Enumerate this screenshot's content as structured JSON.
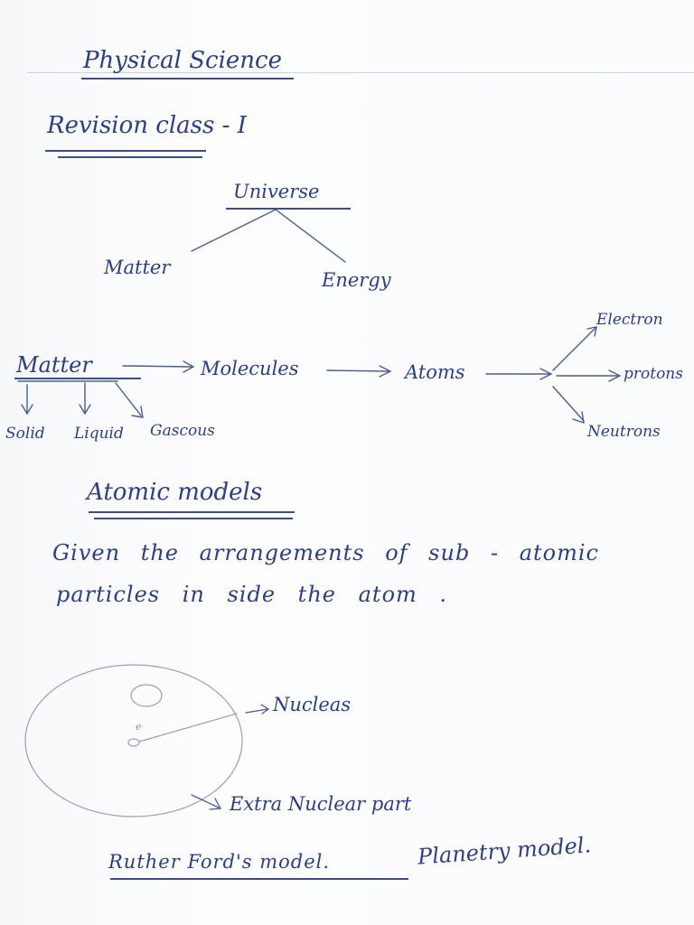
{
  "title": "Physical Science",
  "subtitle": "Revision class - I",
  "tree": {
    "root": "Universe",
    "left": "Matter",
    "right": "Energy"
  },
  "flow": {
    "start": "Matter",
    "step1": "Molecules",
    "step2": "Atoms",
    "branches": [
      "Electron",
      "protons",
      "Neutrons"
    ],
    "states": [
      "Solid",
      "Liquid",
      "Gascous"
    ]
  },
  "section": {
    "heading": "Atomic models",
    "line1": "Given the arrangements of sub - atomic",
    "line2": "particles in side the atom ."
  },
  "diagram": {
    "nucleus_label": "Nucleas",
    "extra_label": "Extra Nuclear part",
    "center_mark": "e"
  },
  "footer": {
    "model1": "Ruther Ford's model.",
    "model2": "Planetry model."
  }
}
